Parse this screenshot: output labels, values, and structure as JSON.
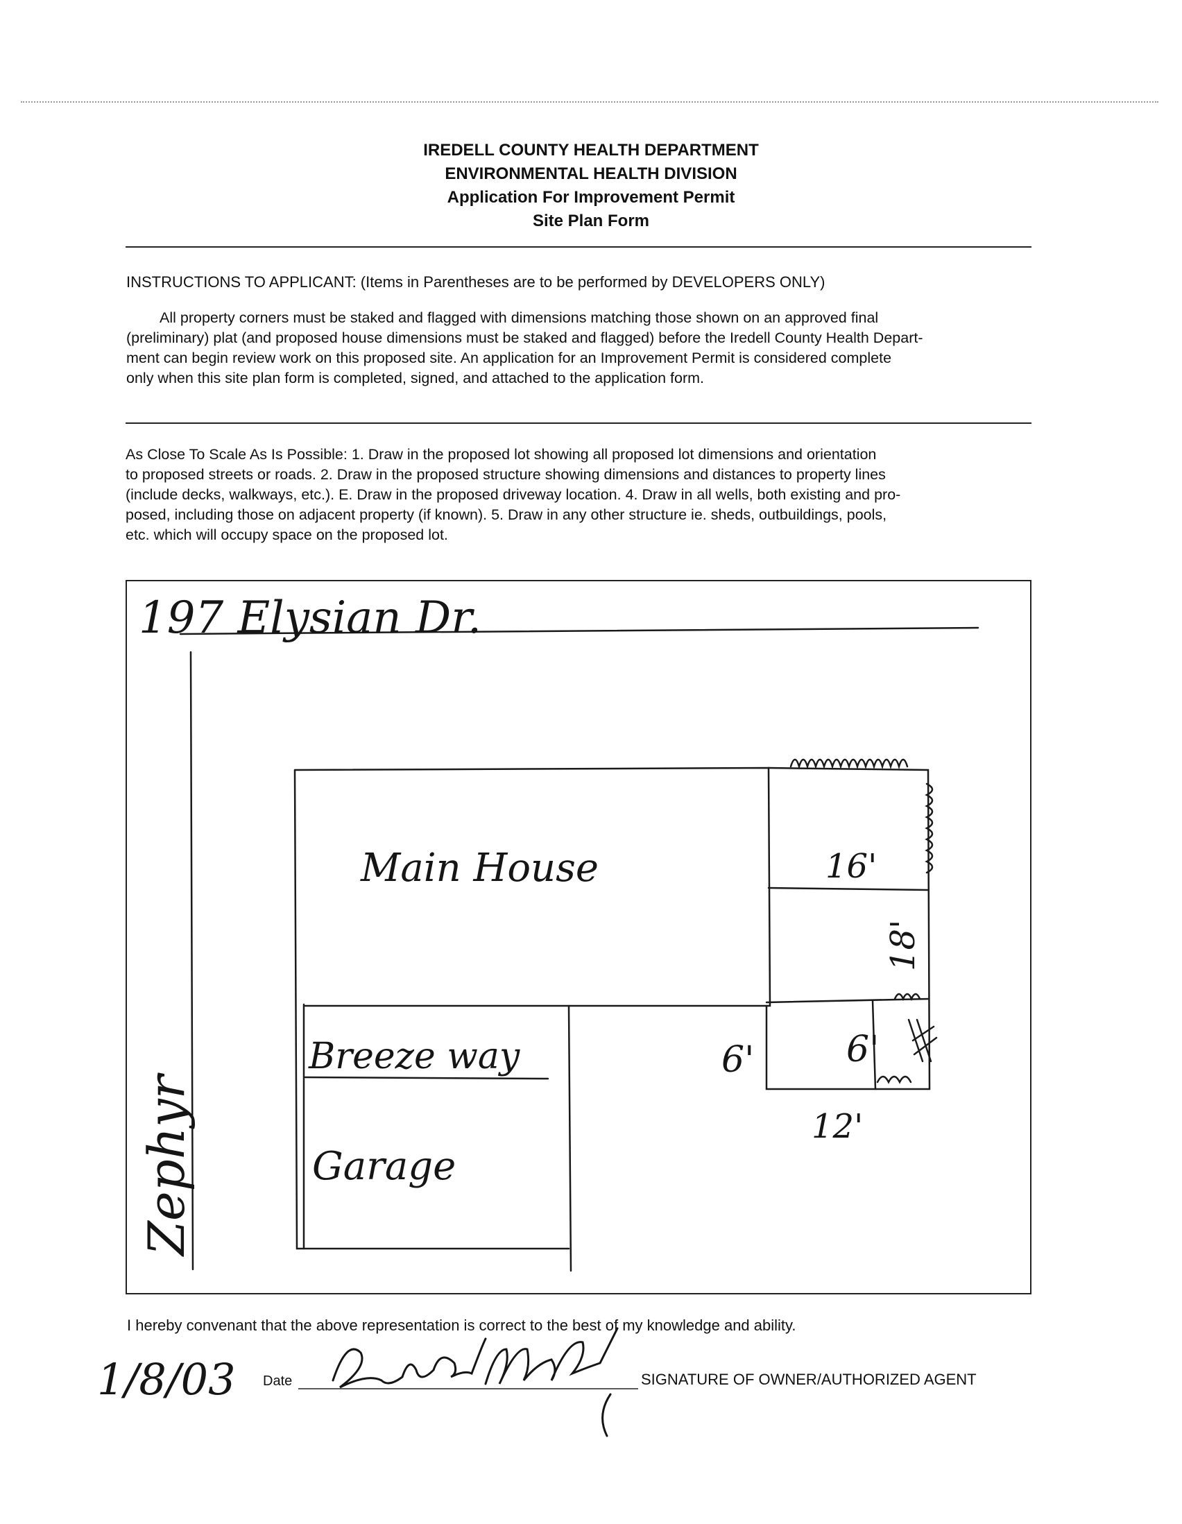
{
  "header": {
    "line1": "IREDELL COUNTY HEALTH DEPARTMENT",
    "line2": "ENVIRONMENTAL HEALTH DIVISION",
    "line3": "Application For Improvement Permit",
    "line4": "Site Plan Form"
  },
  "instructions": {
    "heading": "INSTRUCTIONS TO APPLICANT: (Items in Parentheses are to be performed by DEVELOPERS ONLY)",
    "para_lines": [
      "All property corners must be staked and flagged with dimensions matching those shown on an approved final",
      "(preliminary) plat (and proposed house dimensions must be staked and flagged) before the Iredell County Health Depart-",
      "ment can begin review work on this proposed site. An application for an Improvement Permit is considered complete",
      "only when this site plan form is completed, signed, and attached to the application form."
    ]
  },
  "scale_instructions": {
    "lines": [
      "As Close To Scale As Is Possible: 1. Draw in the proposed lot showing all proposed lot dimensions and orientation",
      "to proposed streets or roads. 2. Draw in the proposed structure showing dimensions and distances to property lines",
      "(include decks, walkways, etc.). E. Draw in the proposed driveway location. 4. Draw in all wells, both existing and pro-",
      "posed, including those on adjacent property (if known). 5. Draw in any other structure ie. sheds, outbuildings, pools,",
      "etc. which will occupy space on the proposed lot."
    ]
  },
  "site_plan": {
    "street_top": "197 Elysian Dr.",
    "street_left": "Zephyr",
    "main_house": "Main House",
    "breezeway": "Breeze way",
    "garage": "Garage",
    "dim_16": "16'",
    "dim_18": "18'",
    "dim_6_left": "6'",
    "dim_6_right": "6'",
    "dim_12": "12'"
  },
  "certification": "I hereby convenant that the above representation is correct to the best of my knowledge and ability.",
  "signature_block": {
    "date_value": "1/8/03",
    "date_label": "Date",
    "signature_label": "SIGNATURE OF OWNER/AUTHORIZED AGENT"
  }
}
